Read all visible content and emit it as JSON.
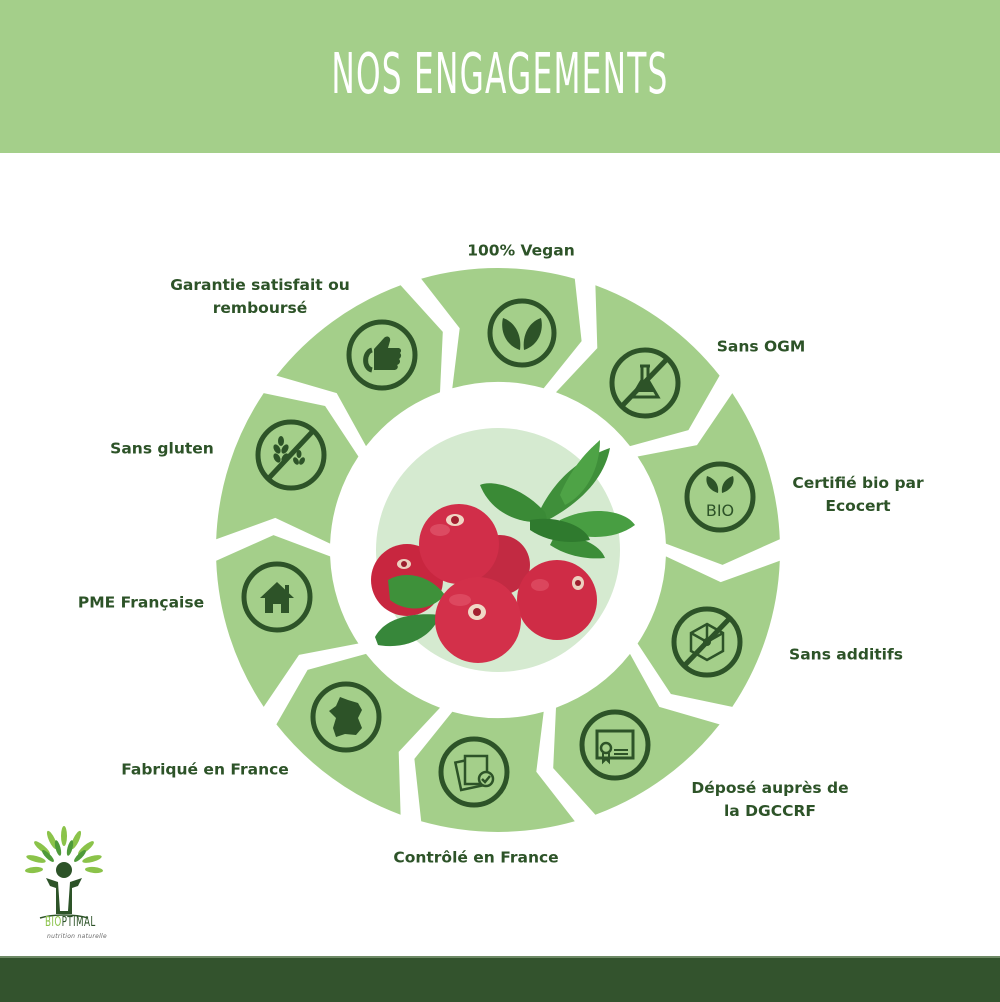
{
  "header": {
    "title": "NOS ENGAGEMENTS",
    "background_color": "#a4cf8a",
    "text_color": "#ffffff"
  },
  "ring": {
    "segment_color": "#a4cf8a",
    "icon_color": "#2d5328",
    "center_disc_color": "#d5ead0",
    "center_image": "cranberries-with-leaves"
  },
  "engagements": [
    {
      "label": "100% Vegan",
      "icon": "leaves-icon"
    },
    {
      "label": "Sans OGM",
      "icon": "no-gmo-flask-icon"
    },
    {
      "label": "Certifié bio par Ecocert",
      "line1": "Certifié bio par",
      "line2": "Ecocert",
      "icon": "bio-leaf-icon",
      "icon_text": "BIO"
    },
    {
      "label": "Sans additifs",
      "icon": "no-additives-molecule-icon"
    },
    {
      "label": "Déposé auprès de la DGCCRF",
      "line1": "Déposé auprès de",
      "line2": "la DGCCRF",
      "icon": "certificate-icon"
    },
    {
      "label": "Contrôlé en France",
      "icon": "clipboard-check-icon"
    },
    {
      "label": "Fabriqué en France",
      "icon": "france-map-icon"
    },
    {
      "label": "PME Française",
      "icon": "house-icon"
    },
    {
      "label": "Sans gluten",
      "icon": "no-gluten-wheat-icon"
    },
    {
      "label": "Garantie satisfait ou remboursé",
      "line1": "Garantie satisfait ou",
      "line2": "remboursé",
      "icon": "thumbs-up-icon"
    }
  ],
  "brand": {
    "name_part1": "BIO",
    "name_part2": "PTIMAL",
    "tagline": "nutrition naturelle"
  },
  "footer": {
    "background_color": "#33532d"
  }
}
